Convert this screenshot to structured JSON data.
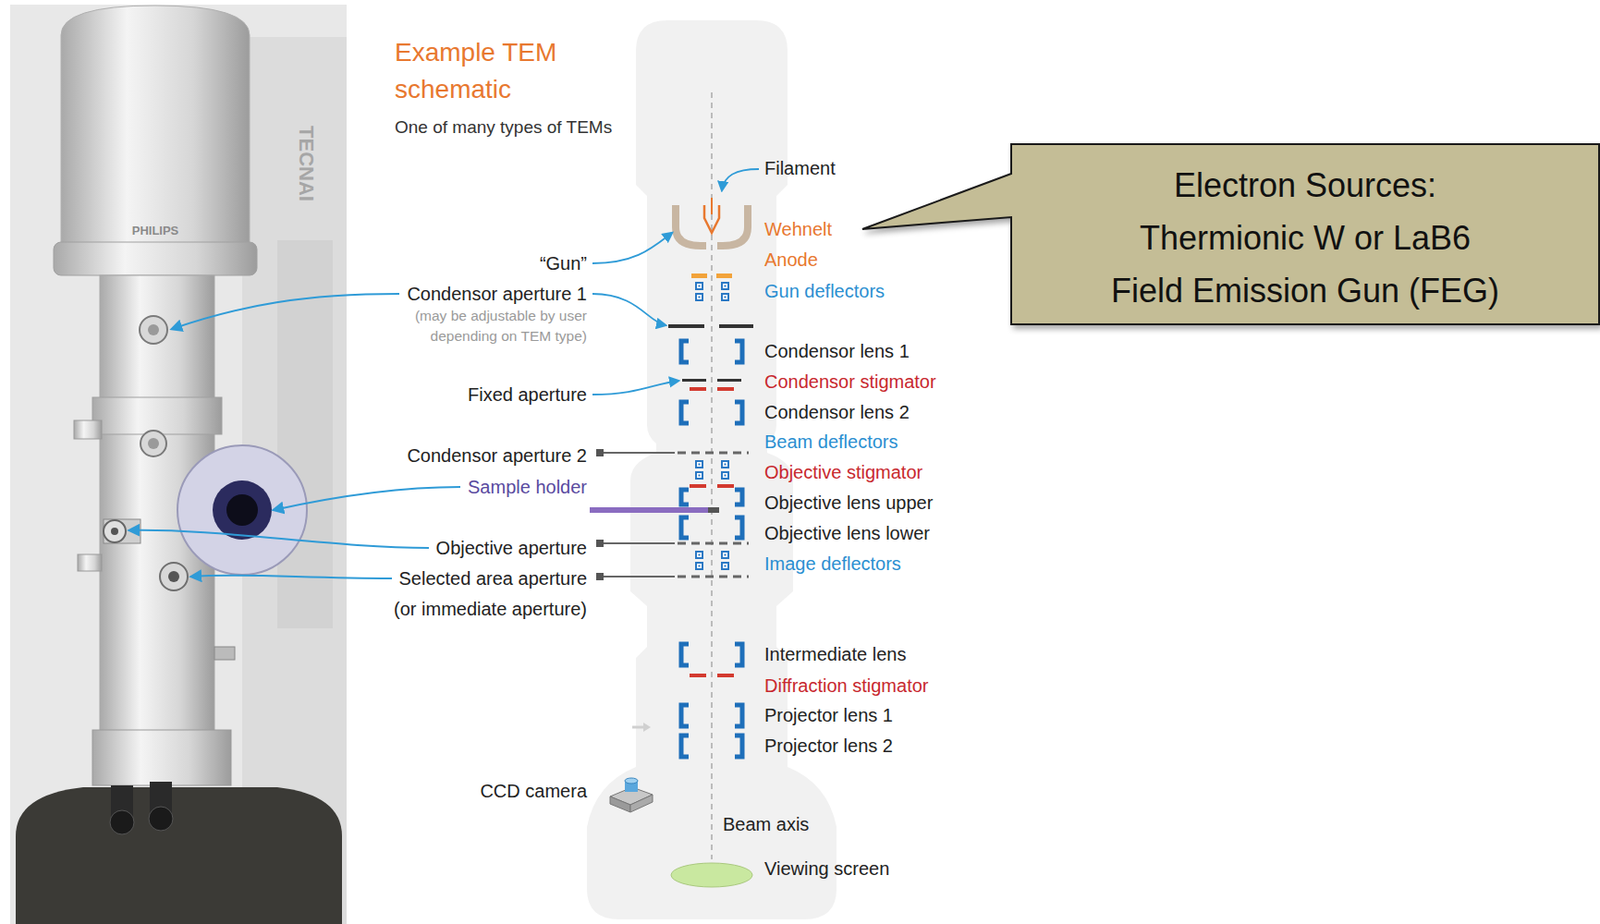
{
  "diagram": {
    "title": "Example TEM schematic",
    "nodes": [
      {
        "text": [
          "Electron Sources:",
          "Thermionic W or LaB6 Field Emission Gun (FEG)"
        ]
      }
    ],
    "labels": [
      "PHILIPS",
      "TECNAI",
      "One of many types of TEMs",
      "Filament",
      "Wehnelt",
      "“Gun”",
      "Anode",
      "Gun deflectors",
      "Condensor aperture 1",
      "(may be adjustable by user depending on TEM type)",
      "Condensor lens 1",
      "Fixed aperture",
      "Condensor stigmator",
      "Condensor lens 2",
      "Condensor aperture 2",
      "Beam deflectors",
      "Objective stigmator",
      "Sample holder",
      "Objective lens upper",
      "Objective lens lower",
      "Objective aperture",
      "Image deflectors",
      "Selected area aperture",
      "(or immediate aperture)",
      "Intermediate lens",
      "Diffraction stigmator",
      "Projector lens 1",
      "Projector lens 2",
      "CCD camera",
      "Beam axis",
      "Viewing screen"
    ]
  }
}
